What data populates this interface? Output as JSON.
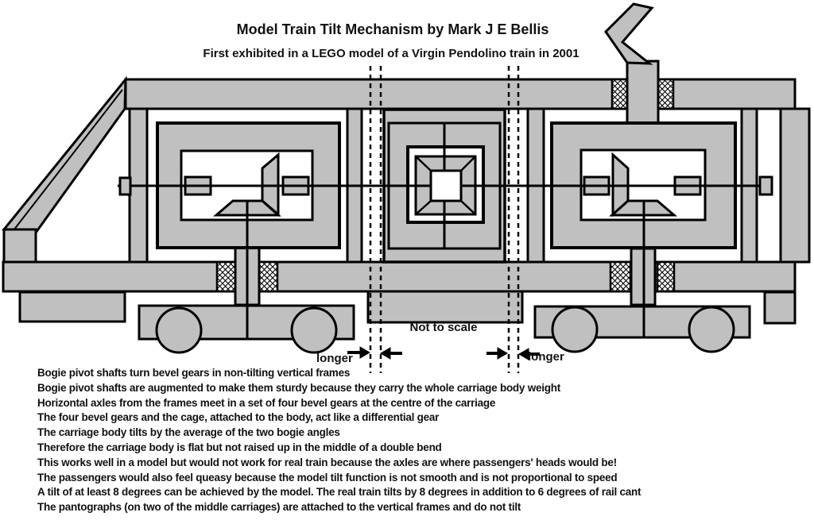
{
  "title": "Model Train Tilt Mechanism by Mark J E Bellis",
  "subtitle": "First exhibited in a LEGO model of a Virgin Pendolino train in 2001",
  "diagram": {
    "labels": {
      "not_to_scale": "Not to scale",
      "longer_left": "longer",
      "longer_right": "longer"
    },
    "colors": {
      "body_gray": "#c0c0c0",
      "outline": "#000000",
      "background": "#ffffff"
    },
    "parts": [
      "pantograph",
      "roof-beam",
      "nose-front",
      "chassis-beam",
      "left-vertical-frame",
      "right-vertical-frame",
      "left-bogie-gear-box",
      "right-bogie-gear-box",
      "central-differential-cage",
      "horizontal-axle",
      "left-bogie",
      "right-bogie",
      "bogie-pivot-shafts"
    ]
  },
  "notes": [
    "Bogie pivot shafts turn bevel gears in non-tilting vertical frames",
    "Bogie pivot shafts are augmented to make them sturdy because they carry the whole carriage body weight",
    "Horizontal axles from the frames meet in a set of four bevel gears at the centre of the carriage",
    "The four bevel gears and the cage, attached to the body, act like a differential gear",
    "The carriage body tilts by the average of the two bogie angles",
    "Therefore the carriage body is flat but not raised up in the middle of a double bend",
    "This works well in a model but would not work for real train because the axles are where passengers' heads would be!",
    "The passengers would also feel queasy because the model tilt function is not smooth and is not proportional to speed",
    "A tilt of at least 8 degrees can be achieved by the model.  The real train tilts by 8 degrees in addition to 6 degrees of rail cant",
    "The pantographs (on two of the middle carriages) are attached to the vertical frames and do not tilt"
  ]
}
